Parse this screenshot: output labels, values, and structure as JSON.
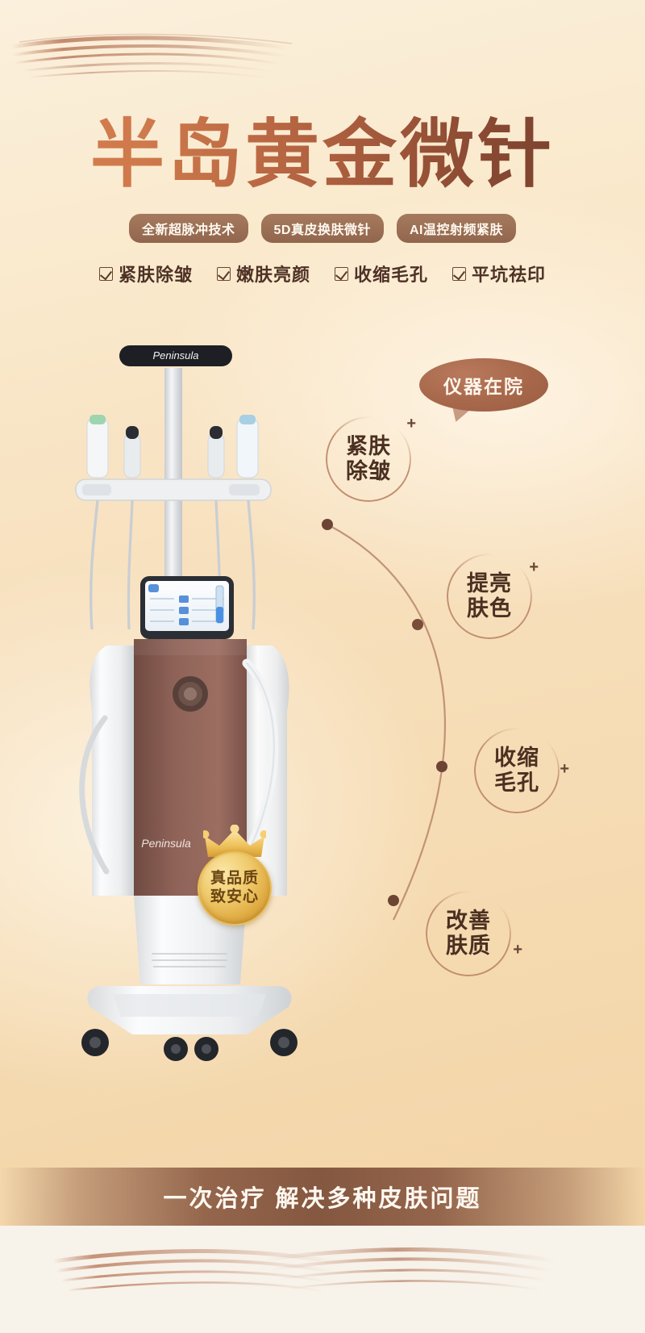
{
  "poster": {
    "title": "半岛黄金微针",
    "bottom_tagline": "一次治疗 解决多种皮肤问题"
  },
  "pills": [
    {
      "label": "全新超脉冲技术"
    },
    {
      "label": "5D真皮换肤微针"
    },
    {
      "label": "AI温控射频紧肤"
    }
  ],
  "checklist": [
    {
      "label": "紧肤除皱"
    },
    {
      "label": "嫩肤亮颜"
    },
    {
      "label": "收缩毛孔"
    },
    {
      "label": "平坑祛印"
    }
  ],
  "bubble": {
    "label": "仪器在院"
  },
  "features": [
    {
      "line1": "紧肤",
      "line2": "除皱",
      "plus": "+"
    },
    {
      "line1": "提亮",
      "line2": "肤色",
      "plus": "+"
    },
    {
      "line1": "收缩",
      "line2": "毛孔",
      "plus": "+"
    },
    {
      "line1": "改善",
      "line2": "肤质",
      "plus": "+"
    }
  ],
  "seal": {
    "line1": "真品质",
    "line2": "致安心"
  },
  "machine": {
    "handle_brand": "Peninsula",
    "body_brand": "Peninsula"
  },
  "colors": {
    "title_gradient_start": "#d77d4e",
    "title_gradient_end": "#6e3a29",
    "pill_bg": "#96694f",
    "bubble_bg": "#a7674b",
    "ring": "#c08b6b",
    "seal_gold": "#e0ac43",
    "banner": "#805440",
    "background": "#f6dcb4",
    "machine_body": "#8d6257"
  }
}
